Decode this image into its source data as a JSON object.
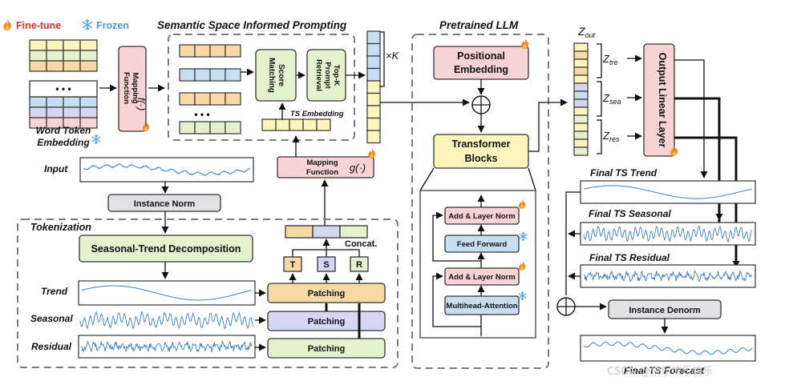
{
  "legend": {
    "finetune": "Fine-tune",
    "frozen": "Frozen"
  },
  "prompting": {
    "title": "Semantic Space Informed Prompting",
    "score": "Score Matching",
    "topk": "Top-K Prompt Retrieval",
    "ts_embedding": "TS Embedding",
    "times_k": "×K"
  },
  "word_token": "Word Token Embedding",
  "mapping_f": "Mapping Function",
  "mapping_f_sym": "f(·)",
  "mapping_g": "Mapping Function",
  "mapping_g_sym": "g(·)",
  "input": "Input",
  "instance_norm": "Instance Norm",
  "tokenization": {
    "title": "Tokenization",
    "decomp": "Seasonal-Trend Decomposition",
    "trend": "Trend",
    "seasonal": "Seasonal",
    "residual": "Residual",
    "patching": "Patching",
    "concat": "Concat.",
    "t": "T",
    "s": "S",
    "r": "R"
  },
  "llm": {
    "title": "Pretrained LLM",
    "pos_emb": "Positional Embedding",
    "transformer": "Transformer Blocks",
    "add_norm": "Add & Layer Norm",
    "ff": "Feed Forward",
    "mha": "Multihead-Attention"
  },
  "output": {
    "zout": "Z",
    "zout_sub": "out",
    "ztre": "Z",
    "ztre_sub": "tre",
    "zsea": "Z",
    "zsea_sub": "sea",
    "zres": "Z",
    "zres_sub": "res",
    "linear": "Output Linear Layer",
    "final_trend": "Final TS Trend",
    "final_seasonal": "Final TS Seasonal",
    "final_residual": "Final TS Residual",
    "denorm": "Instance Denorm",
    "forecast": "Final TS Forecast"
  },
  "watermark": "CSDN @快乐快乐快乐",
  "colors": {
    "pink": "#f8d3d3",
    "green": "#e3f1cc",
    "orange": "#f8d9a5",
    "lavender": "#d4d6f4",
    "blue": "#c7ddf2",
    "gray": "#dfe1e5",
    "yellow": "#fbf4bc",
    "wave": "#3b7fc4"
  }
}
